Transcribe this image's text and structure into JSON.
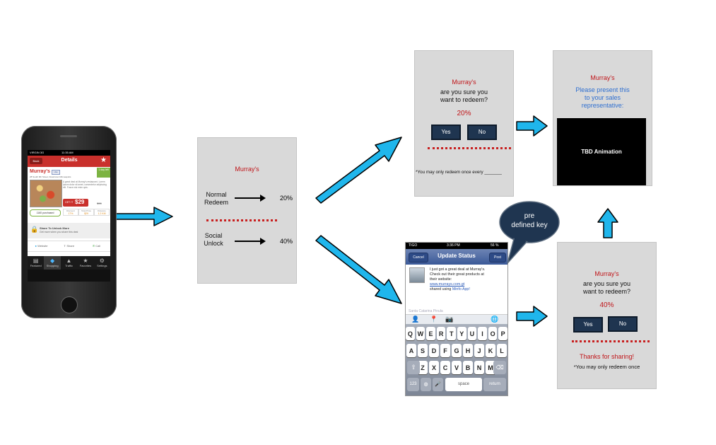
{
  "phone": {
    "status_carrier": "VIRGIN 3G",
    "status_time": "11:35 AM",
    "back_label": "Back",
    "title": "Details",
    "deal_badge": "1 day left",
    "merchant_name": "Murray's",
    "like_label": "Like",
    "address": "28 South 9th Street, Downtown Minneapolis",
    "description": "A great deal at Murray's restaurant. Lorem ipsum dolor sit amet, consectetur adipiscing elit. Fusce nisi enim quis.",
    "get_it_label": "GET IT",
    "price": "$29",
    "old_price": "$35",
    "purchased_label": "1160 purchased",
    "stats": [
      {
        "label": "Discount",
        "value": "17%"
      },
      {
        "label": "Total Price",
        "value": "$29"
      },
      {
        "label": "Distance",
        "value": "1.2 KM"
      }
    ],
    "share_title": "Share To Unlock More",
    "share_subtitle": "Get more when you share this deal",
    "actions": [
      "Website",
      "Share",
      "Call"
    ],
    "tabs": [
      "Featured",
      "Shopping",
      "Traffic",
      "Favorites",
      "Settings"
    ]
  },
  "card_choice": {
    "title": "Murray's",
    "normal_label_1": "Normal",
    "normal_label_2": "Redeem",
    "normal_value": "20%",
    "social_label_1": "Social",
    "social_label_2": "Unlock",
    "social_value": "40%"
  },
  "card_confirm_normal": {
    "title": "Murray's",
    "question_1": "are you sure you",
    "question_2": "want to redeem?",
    "percent": "20%",
    "yes_label": "Yes",
    "no_label": "No",
    "note": "*You may only redeem once every _______"
  },
  "card_present": {
    "title": "Murray's",
    "line_1": "Please present this",
    "line_2": "to your sales",
    "line_3": "representative:",
    "animation_label": "TBD Animation"
  },
  "fb_screen": {
    "carrier": "TIGO",
    "time": "3:36 PM",
    "battery": "56 %",
    "cancel_label": "Cancel",
    "title": "Update Status",
    "post_label": "Post",
    "message_1": "I just got a great deal at Murray's.",
    "message_2": "Check out their great products at",
    "message_3": "their website:",
    "link": "www.murrays.com.gt",
    "shared_prefix": "shared using ",
    "app_link": "Minfo App!",
    "location": "Santa Catarina Pinula",
    "keys_row1": [
      "Q",
      "W",
      "E",
      "R",
      "T",
      "Y",
      "U",
      "I",
      "O",
      "P"
    ],
    "keys_row2": [
      "A",
      "S",
      "D",
      "F",
      "G",
      "H",
      "J",
      "K",
      "L"
    ],
    "keys_row3": [
      "Z",
      "X",
      "C",
      "V",
      "B",
      "N",
      "M"
    ],
    "key_123": "123",
    "key_space": "space",
    "key_return": "return"
  },
  "bubble": {
    "line_1": "pre",
    "line_2": "defined key"
  },
  "card_confirm_social": {
    "title": "Murray's",
    "question_1": "are you sure you",
    "question_2": "want to redeem?",
    "percent": "40%",
    "yes_label": "Yes",
    "no_label": "No",
    "thanks": "Thanks for sharing!",
    "note": "*You may only redeem once"
  },
  "colors": {
    "arrow": "#1fb6ec",
    "accent_red": "#c0161a",
    "card_bg": "#d9d9d9",
    "button_bg": "#1f3550"
  }
}
